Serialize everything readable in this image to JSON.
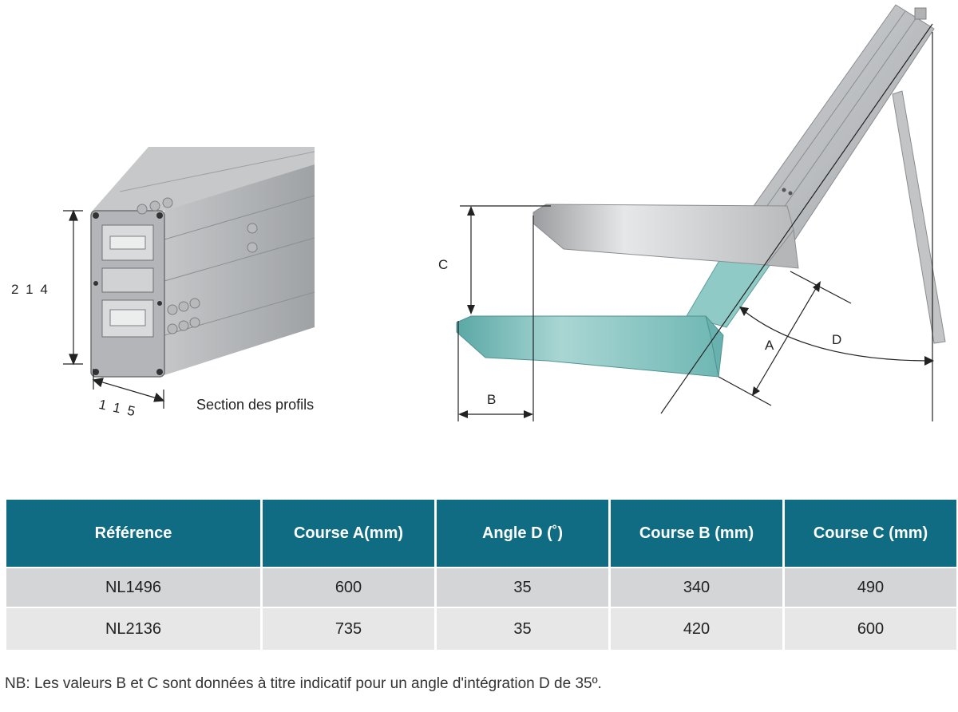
{
  "figure": {
    "profile_height_label": "2 1 4",
    "profile_width_label": "1 1 5",
    "profile_caption": "Section des profils",
    "label_a": "A",
    "label_b": "B",
    "label_c": "C",
    "label_d": "D"
  },
  "table": {
    "headers": [
      "Référence",
      "Course A(mm)",
      "Angle D (˚)",
      "Course B (mm)",
      "Course C (mm)"
    ],
    "rows": [
      [
        "NL1496",
        "600",
        "35",
        "340",
        "490"
      ],
      [
        "NL2136",
        "735",
        "35",
        "420",
        "600"
      ]
    ]
  },
  "footnote": "NB: Les valeurs B et C sont données à titre indicatif pour un angle d'intégration D de 35º.",
  "colors": {
    "header_bg": "#0f6c82",
    "row_odd": "#d4d5d6",
    "row_even": "#e7e7e8",
    "teal_part": "#7cc3c1",
    "aluminium": "#b9bbbd"
  }
}
